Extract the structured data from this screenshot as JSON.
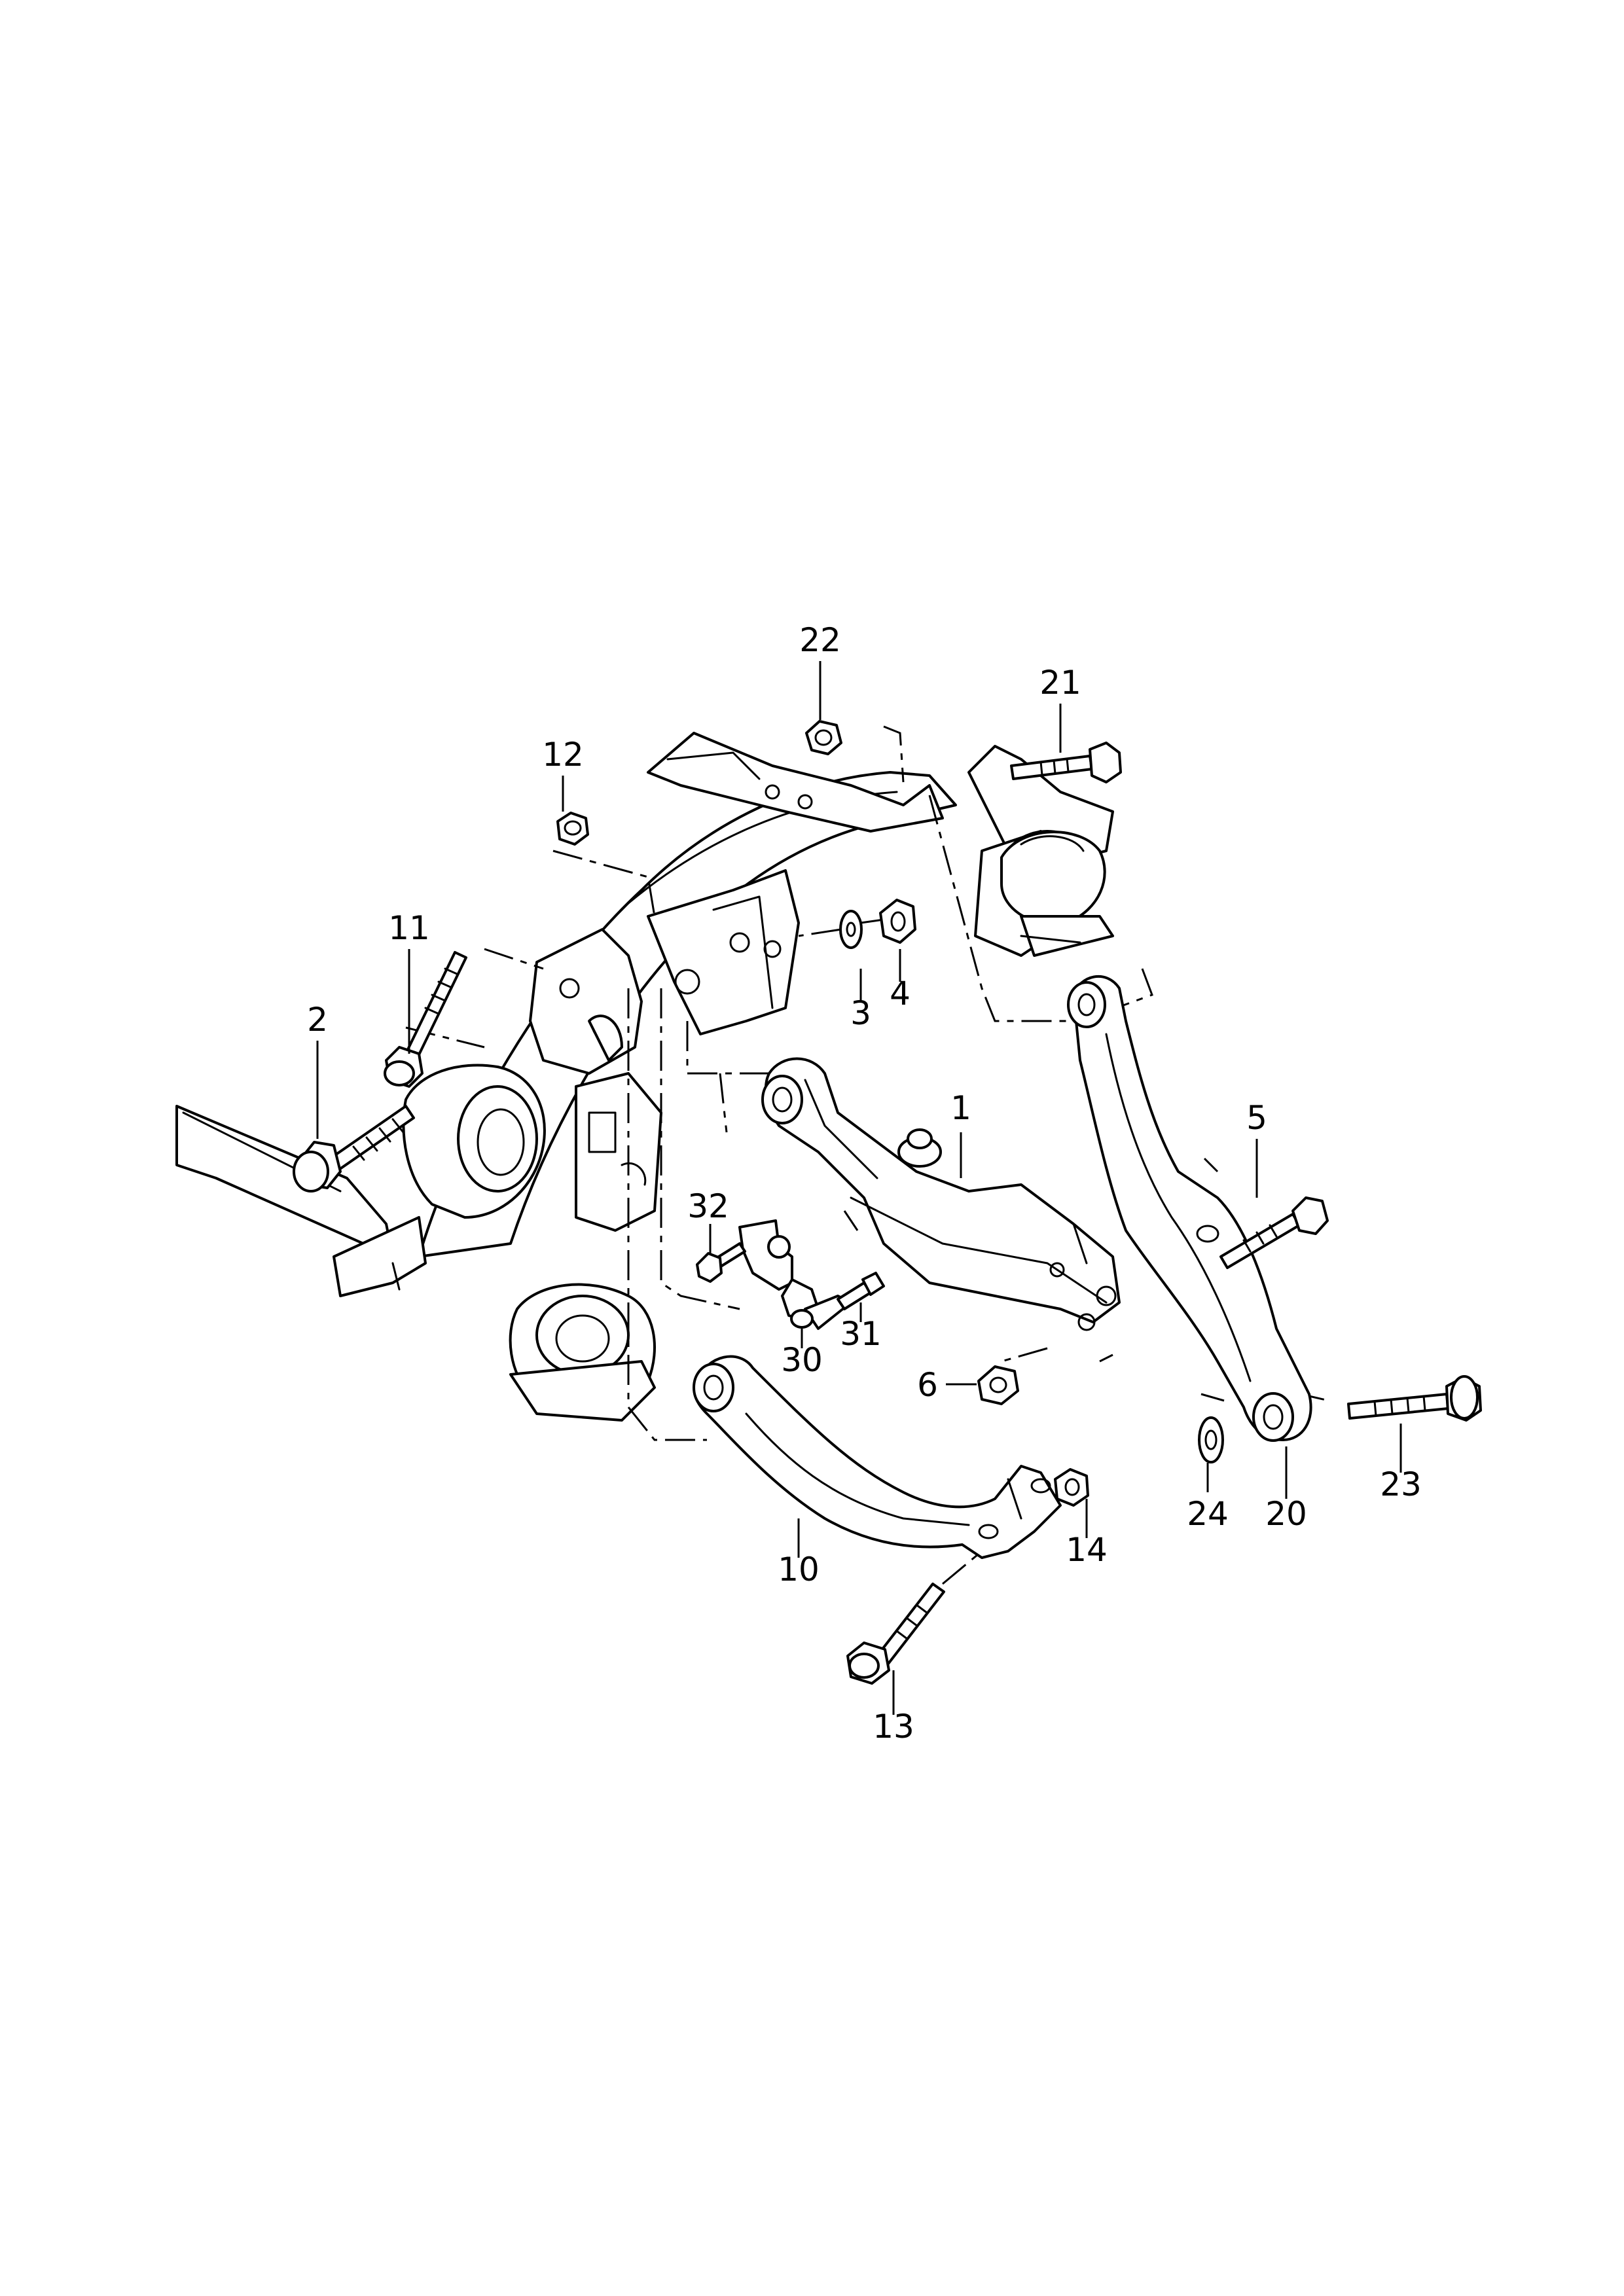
{
  "callouts": [
    {
      "id": "c1",
      "label": "1"
    },
    {
      "id": "c2",
      "label": "2"
    },
    {
      "id": "c3",
      "label": "3"
    },
    {
      "id": "c4",
      "label": "4"
    },
    {
      "id": "c5",
      "label": "5"
    },
    {
      "id": "c6",
      "label": "6"
    },
    {
      "id": "c10",
      "label": "10"
    },
    {
      "id": "c11",
      "label": "11"
    },
    {
      "id": "c12",
      "label": "12"
    },
    {
      "id": "c13",
      "label": "13"
    },
    {
      "id": "c14",
      "label": "14"
    },
    {
      "id": "c20",
      "label": "20"
    },
    {
      "id": "c21",
      "label": "21"
    },
    {
      "id": "c22",
      "label": "22"
    },
    {
      "id": "c23",
      "label": "23"
    },
    {
      "id": "c24",
      "label": "24"
    },
    {
      "id": "c30",
      "label": "30"
    },
    {
      "id": "c31",
      "label": "31"
    },
    {
      "id": "c32",
      "label": "32"
    }
  ],
  "style": {
    "line_color": "#000000",
    "background": "#ffffff"
  }
}
